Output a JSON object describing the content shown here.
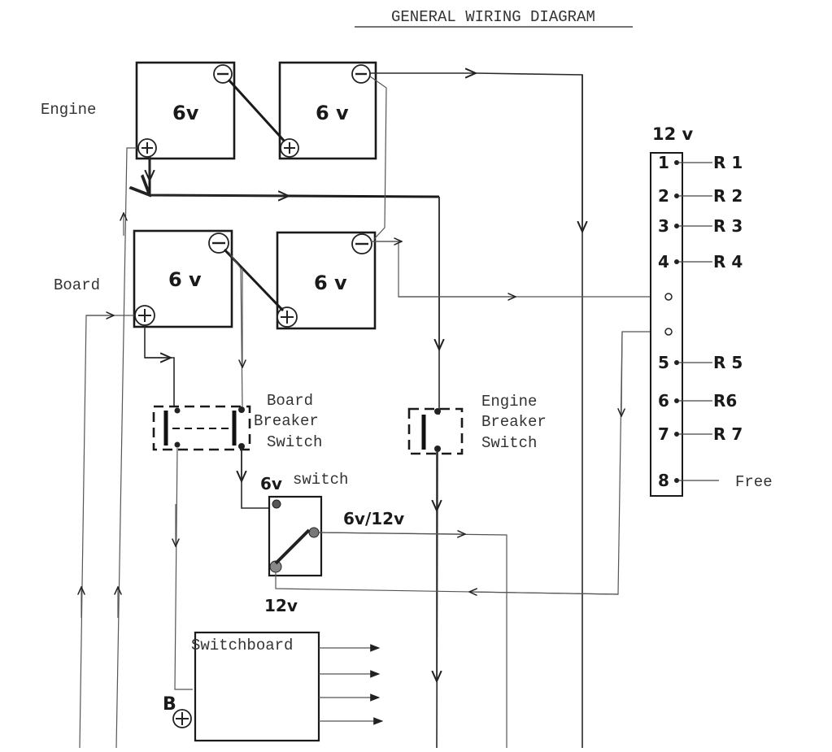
{
  "title": "GENERAL WIRING DIAGRAM",
  "groups": {
    "engine_label": "Engine",
    "board_label": "Board"
  },
  "batteries": [
    {
      "group": "Engine",
      "label": "6v"
    },
    {
      "group": "Engine",
      "label": "6 v"
    },
    {
      "group": "Board",
      "label": "6 v"
    },
    {
      "group": "Board",
      "label": "6 v"
    }
  ],
  "terminal_symbols": {
    "positive": "+",
    "negative": "−"
  },
  "board_breaker": {
    "line1": "Board",
    "line2": "Breaker",
    "line3": "Switch"
  },
  "engine_breaker": {
    "line1": "Engine",
    "line2": "Breaker",
    "line3": "Switch"
  },
  "selector_switch": {
    "top_label_bold": "6v",
    "top_label": "switch",
    "output_label": "6v/12v",
    "bottom_label": "12v"
  },
  "switchboard": {
    "label": "Switchboard",
    "input_label": "B"
  },
  "terminal_strip": {
    "voltage": "12 v",
    "terminals": [
      {
        "number": "1",
        "label": "R 1"
      },
      {
        "number": "2",
        "label": "R 2"
      },
      {
        "number": "3",
        "label": "R 3"
      },
      {
        "number": "4",
        "label": "R 4"
      },
      {
        "number": "",
        "label": ""
      },
      {
        "number": "",
        "label": ""
      },
      {
        "number": "5",
        "label": "R 5"
      },
      {
        "number": "6",
        "label": "R6"
      },
      {
        "number": "7",
        "label": "R 7"
      },
      {
        "number": "8",
        "label": "Free"
      }
    ]
  }
}
